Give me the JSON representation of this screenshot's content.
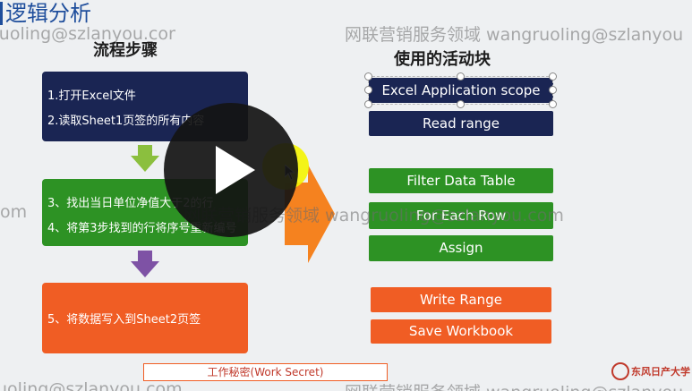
{
  "header": {
    "title": "逻辑分析"
  },
  "watermarks": {
    "top_left": "ruoling@szlanyou.com",
    "top_right": "网联营销服务领域 wangruoling@szlanyou",
    "mid_left": "om",
    "mid": "网联营销服务领域 wangruoling@szlanyou.com",
    "bottom_left": "uoling@szlanyou.com",
    "bottom_right": "网联营销服务领域 wangruoling@szlanyou"
  },
  "flow": {
    "title": "流程步骤",
    "steps": [
      {
        "lines": [
          "1.打开Excel文件",
          "2.读取Sheet1页签的所有内容"
        ],
        "color": "#1a2553"
      },
      {
        "lines": [
          "3、找出当日单位净值大于2的行",
          "4、将第3步找到的行将序号重新编号"
        ],
        "color": "#2d9224"
      },
      {
        "lines": [
          "5、将数据写入到Sheet2页签"
        ],
        "color": "#f05d24"
      }
    ],
    "arrow_colors": [
      "#8bbf3e",
      "#7e52a5"
    ]
  },
  "activities": {
    "title": "使用的活动块",
    "items": [
      {
        "label": "Excel Application scope",
        "color": "#1a2553"
      },
      {
        "label": "Read range",
        "color": "#1a2553"
      },
      {
        "label": "Filter Data Table",
        "color": "#2d9224"
      },
      {
        "label": "For Each Row",
        "color": "#2d9224"
      },
      {
        "label": "Assign",
        "color": "#2d9224"
      },
      {
        "label": "Write Range",
        "color": "#f05d24"
      },
      {
        "label": "Save Workbook",
        "color": "#f05d24"
      }
    ]
  },
  "overlay": {
    "play_icon": "play-icon"
  },
  "footer": {
    "label": "工作秘密(Work Secret)",
    "logo_text": "东风日产大学"
  },
  "colors": {
    "title": "#1f4e9c",
    "accent_orange": "#f05d24",
    "navy": "#1a2553",
    "green": "#2d9224"
  }
}
